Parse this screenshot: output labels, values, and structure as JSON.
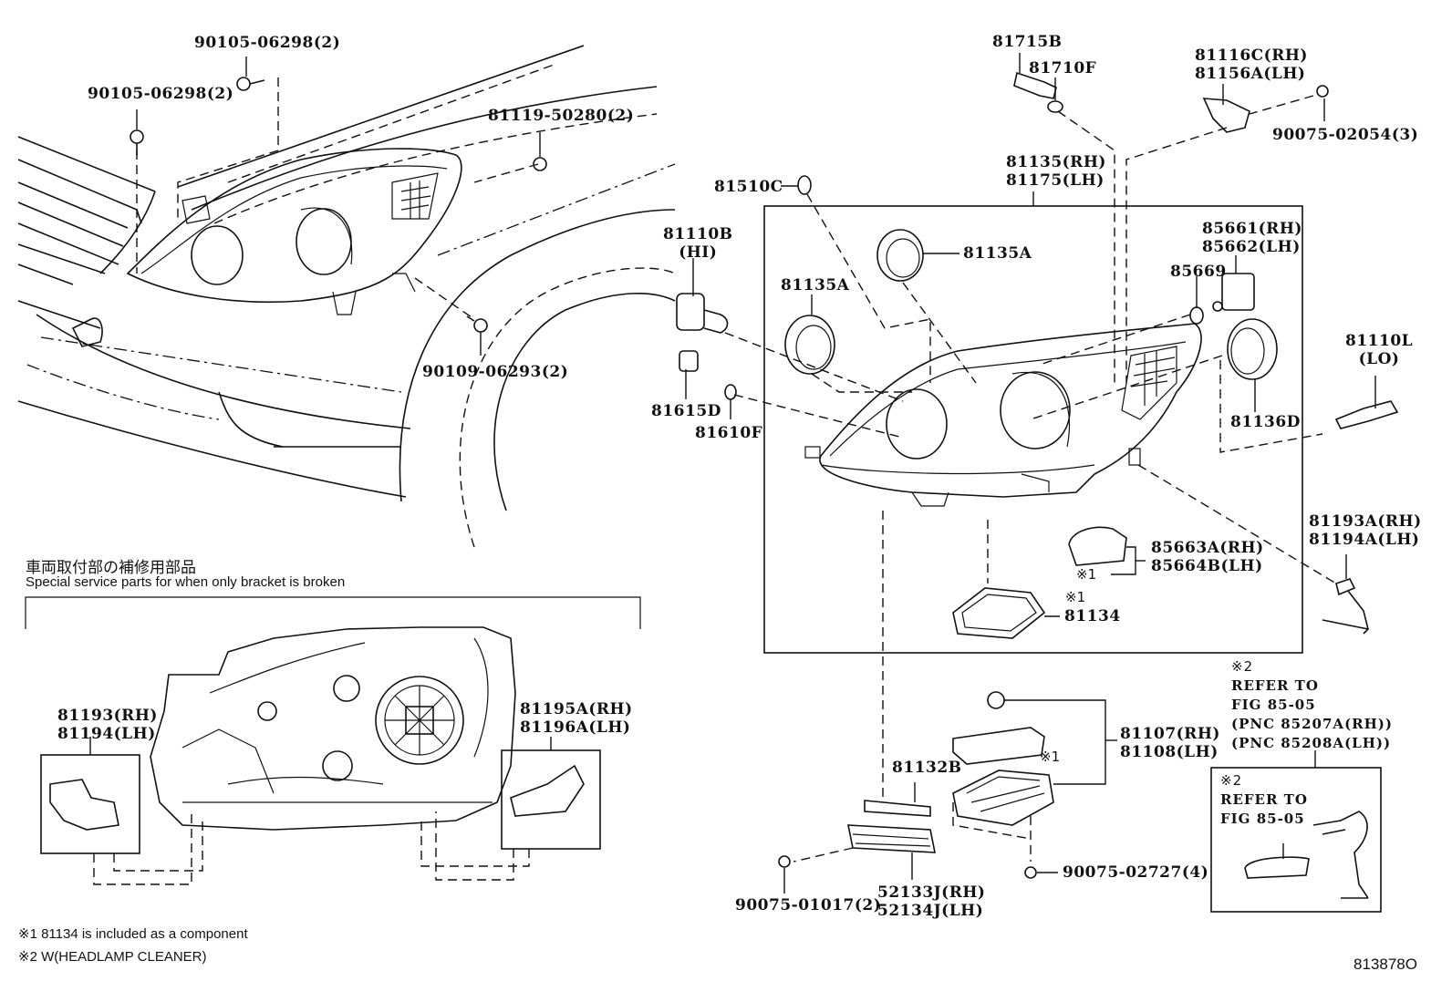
{
  "diagram": {
    "figure_code": "813878O",
    "left_callouts": {
      "bolt_top": "90105-06298(2)",
      "bolt_left": "90105-06298(2)",
      "clip": "81119-50280(2)",
      "bolt_lower": "90109-06293(2)"
    },
    "bracket_section": {
      "title_jp": "車両取付部の補修用部品",
      "title_en": "Special service parts for when only bracket is broken",
      "left_bracket": [
        "81193(RH)",
        "81194(LH)"
      ],
      "right_bracket": [
        "81195A(RH)",
        "81196A(LH)"
      ]
    },
    "right_callouts": {
      "socket": "81715B",
      "bulb_small": "81710F",
      "bracket_upper": [
        "81116C(RH)",
        "81156A(LH)"
      ],
      "screw_upper": "90075-02054(3)",
      "assembly": [
        "81135(RH)",
        "81175(LH)"
      ],
      "bulb_cap": "81510C",
      "hi_bulb": [
        "81110B",
        "(HI)"
      ],
      "cover_upper": "81135A",
      "cover_left": "81135A",
      "actuator": [
        "85661(RH)",
        "85662(LH)"
      ],
      "oring": "85669",
      "lo_bulb": [
        "81110L",
        "(LO)"
      ],
      "cover_right": "81136D",
      "socket_small": "81615D",
      "bulb_side": "81610F",
      "sensor": [
        "81193A(RH)",
        "81194A(LH)"
      ],
      "leveling": [
        "85663A(RH)",
        "85664B(LH)"
      ],
      "mark1_a": "※1",
      "mark1_b": "※1",
      "gasket": "81134",
      "ballast": [
        "81107(RH)",
        "81108(LH)"
      ],
      "mark1_c": "※1",
      "plate": "81132B",
      "bracket_lower": [
        "52133J(RH)",
        "52134J(LH)"
      ],
      "screw_lower": "90075-01017(2)",
      "screw_ballast": "90075-02727(4)"
    },
    "refer_outer": [
      "※2",
      "REFER TO",
      "FIG 85-05",
      "(PNC 85207A(RH))",
      "(PNC 85208A(LH))"
    ],
    "refer_inner": [
      "※2",
      "REFER TO",
      "FIG 85-05"
    ],
    "footnotes": [
      "※1 81134 is included as a component",
      "※2 W(HEADLAMP CLEANER)"
    ]
  }
}
